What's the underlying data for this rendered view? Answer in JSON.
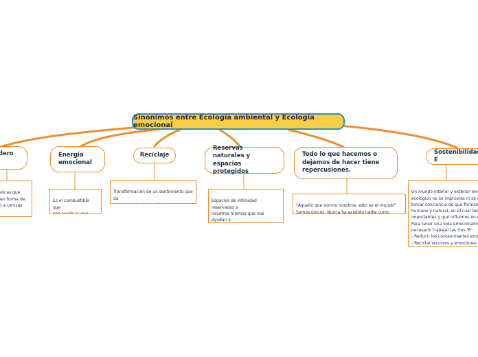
{
  "root": {
    "title": "Sinonimos entre Ecología ambiental y Ecología emocional"
  },
  "topics": [
    {
      "label": "adero y",
      "note": "tóxicas que\ns en forma de\ndo a cenizas"
    },
    {
      "label": "Energía\nemocional",
      "note": "Es el combustible que\nnos ayuda a vivir como\nla automotivación"
    },
    {
      "label": "Reciclaje",
      "note": "Transformación de un sentimiento que da\nla oportunidad de evolucionar y descubrir\nnuevas posibilidades de nuestro interior."
    },
    {
      "label": "Reservas naturales y\nespacios protegidos",
      "note": "Espacios de intimidad reservados a\nnosotros mismos que nos ayudan a\nrespirar y a\ndisfrutar de una mejor calidad de\nvida."
    },
    {
      "label": "Todo lo que hacemos o\ndejamos de hacer tiene\nrepercusiones.",
      "note": "\"Aquello que somos nosotros, esto es el mundo\"\nSomos únicos. Nunca ha existido nadie como nosotros."
    },
    {
      "label": "Sostenibilidad E",
      "note": "Un mundo interior y exterior emoc\necológico no se improvisa ni se en\ntomar conciencia de que formamo\nhumano y natural, en el cual todos\nimportantes y que influimos en el c\nPara tener una vida emocionalmen\nnecesario trabajar las tres 'R':\n- Reducir los contaminantes emoci\n- Reciclar recursos y emociones\n- Recuperar la armonía"
    }
  ],
  "colors": {
    "root_fill": "#f7cf46",
    "root_border": "#2b8fc0",
    "accent": "#f08c2c"
  }
}
